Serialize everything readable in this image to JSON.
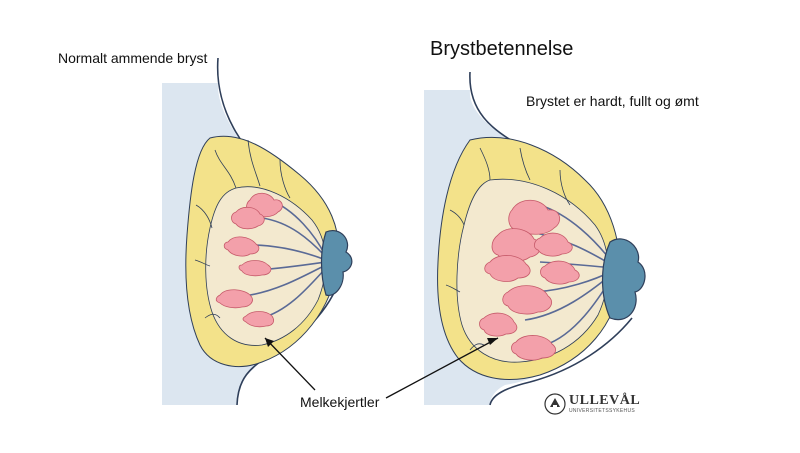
{
  "left_caption": "Normalt ammende bryst",
  "title": "Brystbetennelse",
  "right_caption": "Brystet er hardt, fullt og ømt",
  "glands_label": "Melkekjertler",
  "logo": {
    "name": "ULLEVÅL",
    "subtitle": "UNIVERSITETSSYKEHUS"
  },
  "colors": {
    "skin": "#dce6f0",
    "fat": "#f3e28a",
    "tissue": "#f3e9cf",
    "gland": "#f3a0aa",
    "duct": "#5a6a96",
    "nipple": "#5b8fab",
    "outline": "#2f3f5a"
  }
}
